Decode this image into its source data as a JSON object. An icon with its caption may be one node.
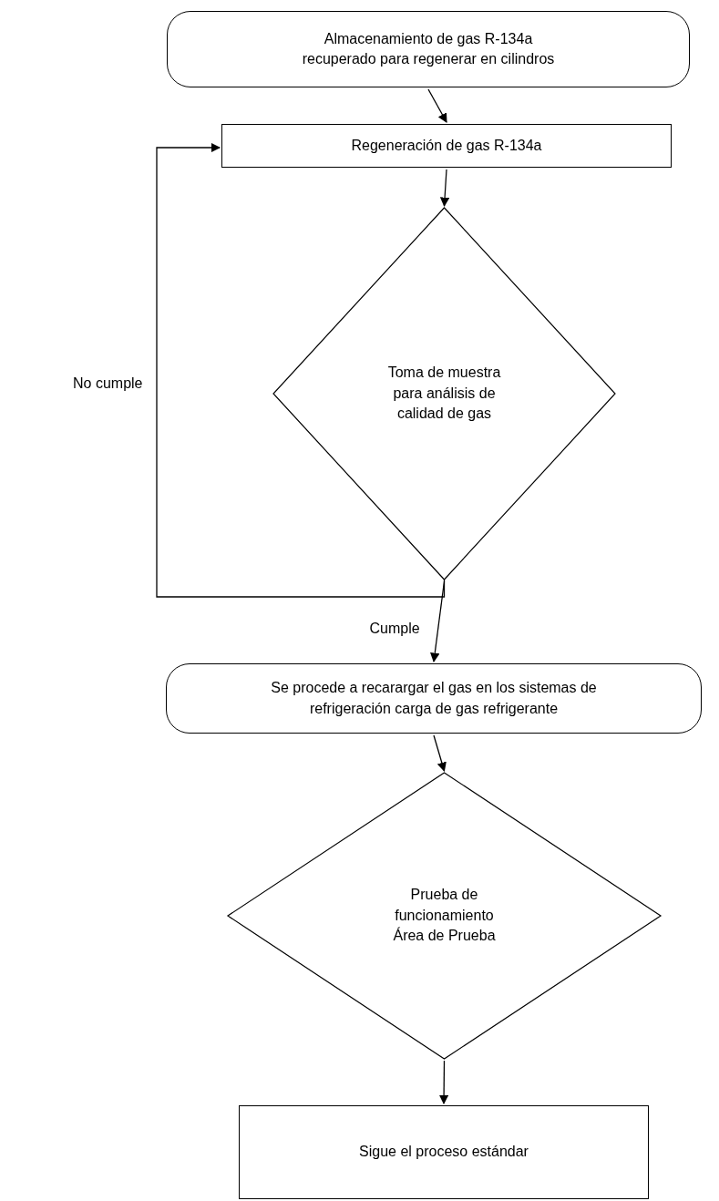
{
  "diagram": {
    "nodes": [
      {
        "text": [
          "Almacenamiento de gas R-134a recuperado para regenerar en cilindros"
        ]
      },
      {
        "text": [
          "Regeneración de gas R-134a"
        ]
      },
      {
        "text": [
          "Toma de muestra para análisis de calidad de gas"
        ]
      },
      {
        "text": [
          "Se procede a recarargar el gas en los sistemas de refrigeración carga de gas refrigerante"
        ]
      },
      {
        "text": [
          "Prueba de funcionamiento Área de Prueba"
        ]
      },
      {
        "text": [
          "Sigue el proceso estándar"
        ]
      }
    ],
    "edges": [
      {
        "from": 0,
        "to": 1,
        "arrow": "to"
      },
      {
        "from": 1,
        "to": 2,
        "arrow": "to"
      },
      {
        "from": 2,
        "to": 1,
        "arrow": "to",
        "label": "No cumple"
      },
      {
        "from": 2,
        "to": 3,
        "arrow": "to",
        "label": "Cumple"
      },
      {
        "from": 3,
        "to": 4,
        "arrow": "to"
      },
      {
        "from": 4,
        "to": 5,
        "arrow": "to"
      }
    ]
  }
}
